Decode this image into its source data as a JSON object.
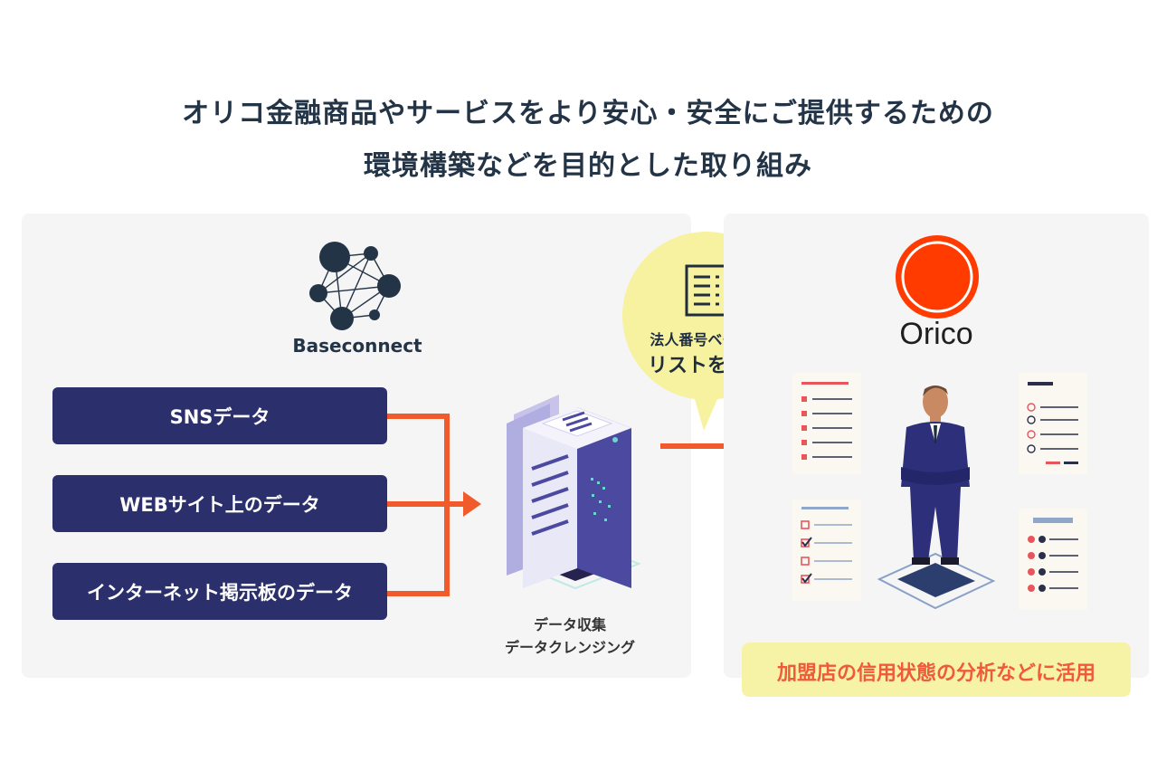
{
  "header": {
    "line1": "オリコ金融商品やサービスをより安心・安全にご提供するための",
    "line2": "環境構築などを目的とした取り組み"
  },
  "left_panel": {
    "logo_text": "Baseconnect",
    "sources": [
      "SNSデータ",
      "WEBサイト上のデータ",
      "インターネット掲示板のデータ"
    ],
    "server_caption_1": "データ収集",
    "server_caption_2": "データクレンジング"
  },
  "bubble": {
    "line1": "法人番号ベースで",
    "line2": "リストを連携"
  },
  "right_panel": {
    "logo_text": "Orico",
    "result": "加盟店の信用状態の分析などに活用"
  },
  "colors": {
    "navy": "#2b2f6b",
    "arrow": "#f15a2b",
    "orico_red": "#ff3b00",
    "bubble": "#f7f2a0",
    "result_bg": "#f7f3a6",
    "result_text": "#ef5a3a"
  }
}
